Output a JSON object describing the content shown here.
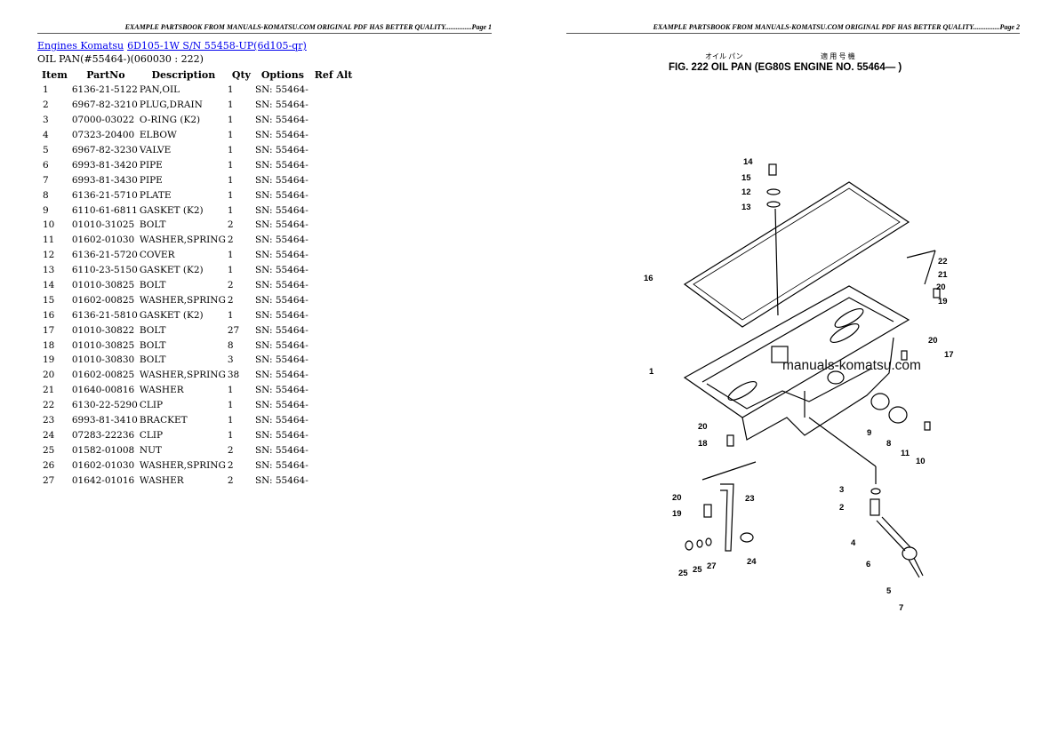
{
  "page1_header": "EXAMPLE PARTSBOOK FROM MANUALS-KOMATSU.COM ORIGINAL PDF HAS BETTER QUALITY...............Page 1",
  "page2_header": "EXAMPLE PARTSBOOK FROM MANUALS-KOMATSU.COM ORIGINAL PDF HAS BETTER QUALITY...............Page 2",
  "breadcrumb": {
    "link1": "Engines Komatsu",
    "link2": "6D105-1W S/N 55458-UP(6d105-qr)"
  },
  "subtitle": "OIL PAN(#55464-)(060030 : 222)",
  "table": {
    "headers": [
      "Item",
      "PartNo",
      "Description",
      "Qty",
      "Options",
      "Ref Alt"
    ],
    "rows": [
      [
        "1",
        "6136-21-5122",
        "PAN,OIL",
        "1",
        "SN: 55464-"
      ],
      [
        "2",
        "6967-82-3210",
        "PLUG,DRAIN",
        "1",
        "SN: 55464-"
      ],
      [
        "3",
        "07000-03022",
        "O-RING (K2)",
        "1",
        "SN: 55464-"
      ],
      [
        "4",
        "07323-20400",
        "ELBOW",
        "1",
        "SN: 55464-"
      ],
      [
        "5",
        "6967-82-3230",
        "VALVE",
        "1",
        "SN: 55464-"
      ],
      [
        "6",
        "6993-81-3420",
        "PIPE",
        "1",
        "SN: 55464-"
      ],
      [
        "7",
        "6993-81-3430",
        "PIPE",
        "1",
        "SN: 55464-"
      ],
      [
        "8",
        "6136-21-5710",
        "PLATE",
        "1",
        "SN: 55464-"
      ],
      [
        "9",
        "6110-61-6811",
        "GASKET (K2)",
        "1",
        "SN: 55464-"
      ],
      [
        "10",
        "01010-31025",
        "BOLT",
        "2",
        "SN: 55464-"
      ],
      [
        "11",
        "01602-01030",
        "WASHER,SPRING",
        "2",
        "SN: 55464-"
      ],
      [
        "12",
        "6136-21-5720",
        "COVER",
        "1",
        "SN: 55464-"
      ],
      [
        "13",
        "6110-23-5150",
        "GASKET (K2)",
        "1",
        "SN: 55464-"
      ],
      [
        "14",
        "01010-30825",
        "BOLT",
        "2",
        "SN: 55464-"
      ],
      [
        "15",
        "01602-00825",
        "WASHER,SPRING",
        "2",
        "SN: 55464-"
      ],
      [
        "16",
        "6136-21-5810",
        "GASKET (K2)",
        "1",
        "SN: 55464-"
      ],
      [
        "17",
        "01010-30822",
        "BOLT",
        "27",
        "SN: 55464-"
      ],
      [
        "18",
        "01010-30825",
        "BOLT",
        "8",
        "SN: 55464-"
      ],
      [
        "19",
        "01010-30830",
        "BOLT",
        "3",
        "SN: 55464-"
      ],
      [
        "20",
        "01602-00825",
        "WASHER,SPRING",
        "38",
        "SN: 55464-"
      ],
      [
        "21",
        "01640-00816",
        "WASHER",
        "1",
        "SN: 55464-"
      ],
      [
        "22",
        "6130-22-5290",
        "CLIP",
        "1",
        "SN: 55464-"
      ],
      [
        "23",
        "6993-81-3410",
        "BRACKET",
        "1",
        "SN: 55464-"
      ],
      [
        "24",
        "07283-22236",
        "CLIP",
        "1",
        "SN: 55464-"
      ],
      [
        "25",
        "01582-01008",
        "NUT",
        "2",
        "SN: 55464-"
      ],
      [
        "26",
        "01602-01030",
        "WASHER,SPRING",
        "2",
        "SN: 55464-"
      ],
      [
        "27",
        "01642-01016",
        "WASHER",
        "2",
        "SN: 55464-"
      ]
    ]
  },
  "figure": {
    "japanese_title_left": "オイル パン",
    "japanese_title_right": "適 用 号 機",
    "title": "FIG. 222   OIL  PAN  (EG80S  ENGINE  NO. 55464— )",
    "watermark": "manuals-komatsu.com",
    "callouts": [
      "14",
      "15",
      "12",
      "13",
      "16",
      "22",
      "21",
      "20",
      "19",
      "1",
      "20",
      "17",
      "20",
      "18",
      "9",
      "8",
      "11",
      "10",
      "3",
      "2",
      "23",
      "20",
      "19",
      "4",
      "6",
      "5",
      "7",
      "25",
      "25",
      "27",
      "24"
    ]
  }
}
